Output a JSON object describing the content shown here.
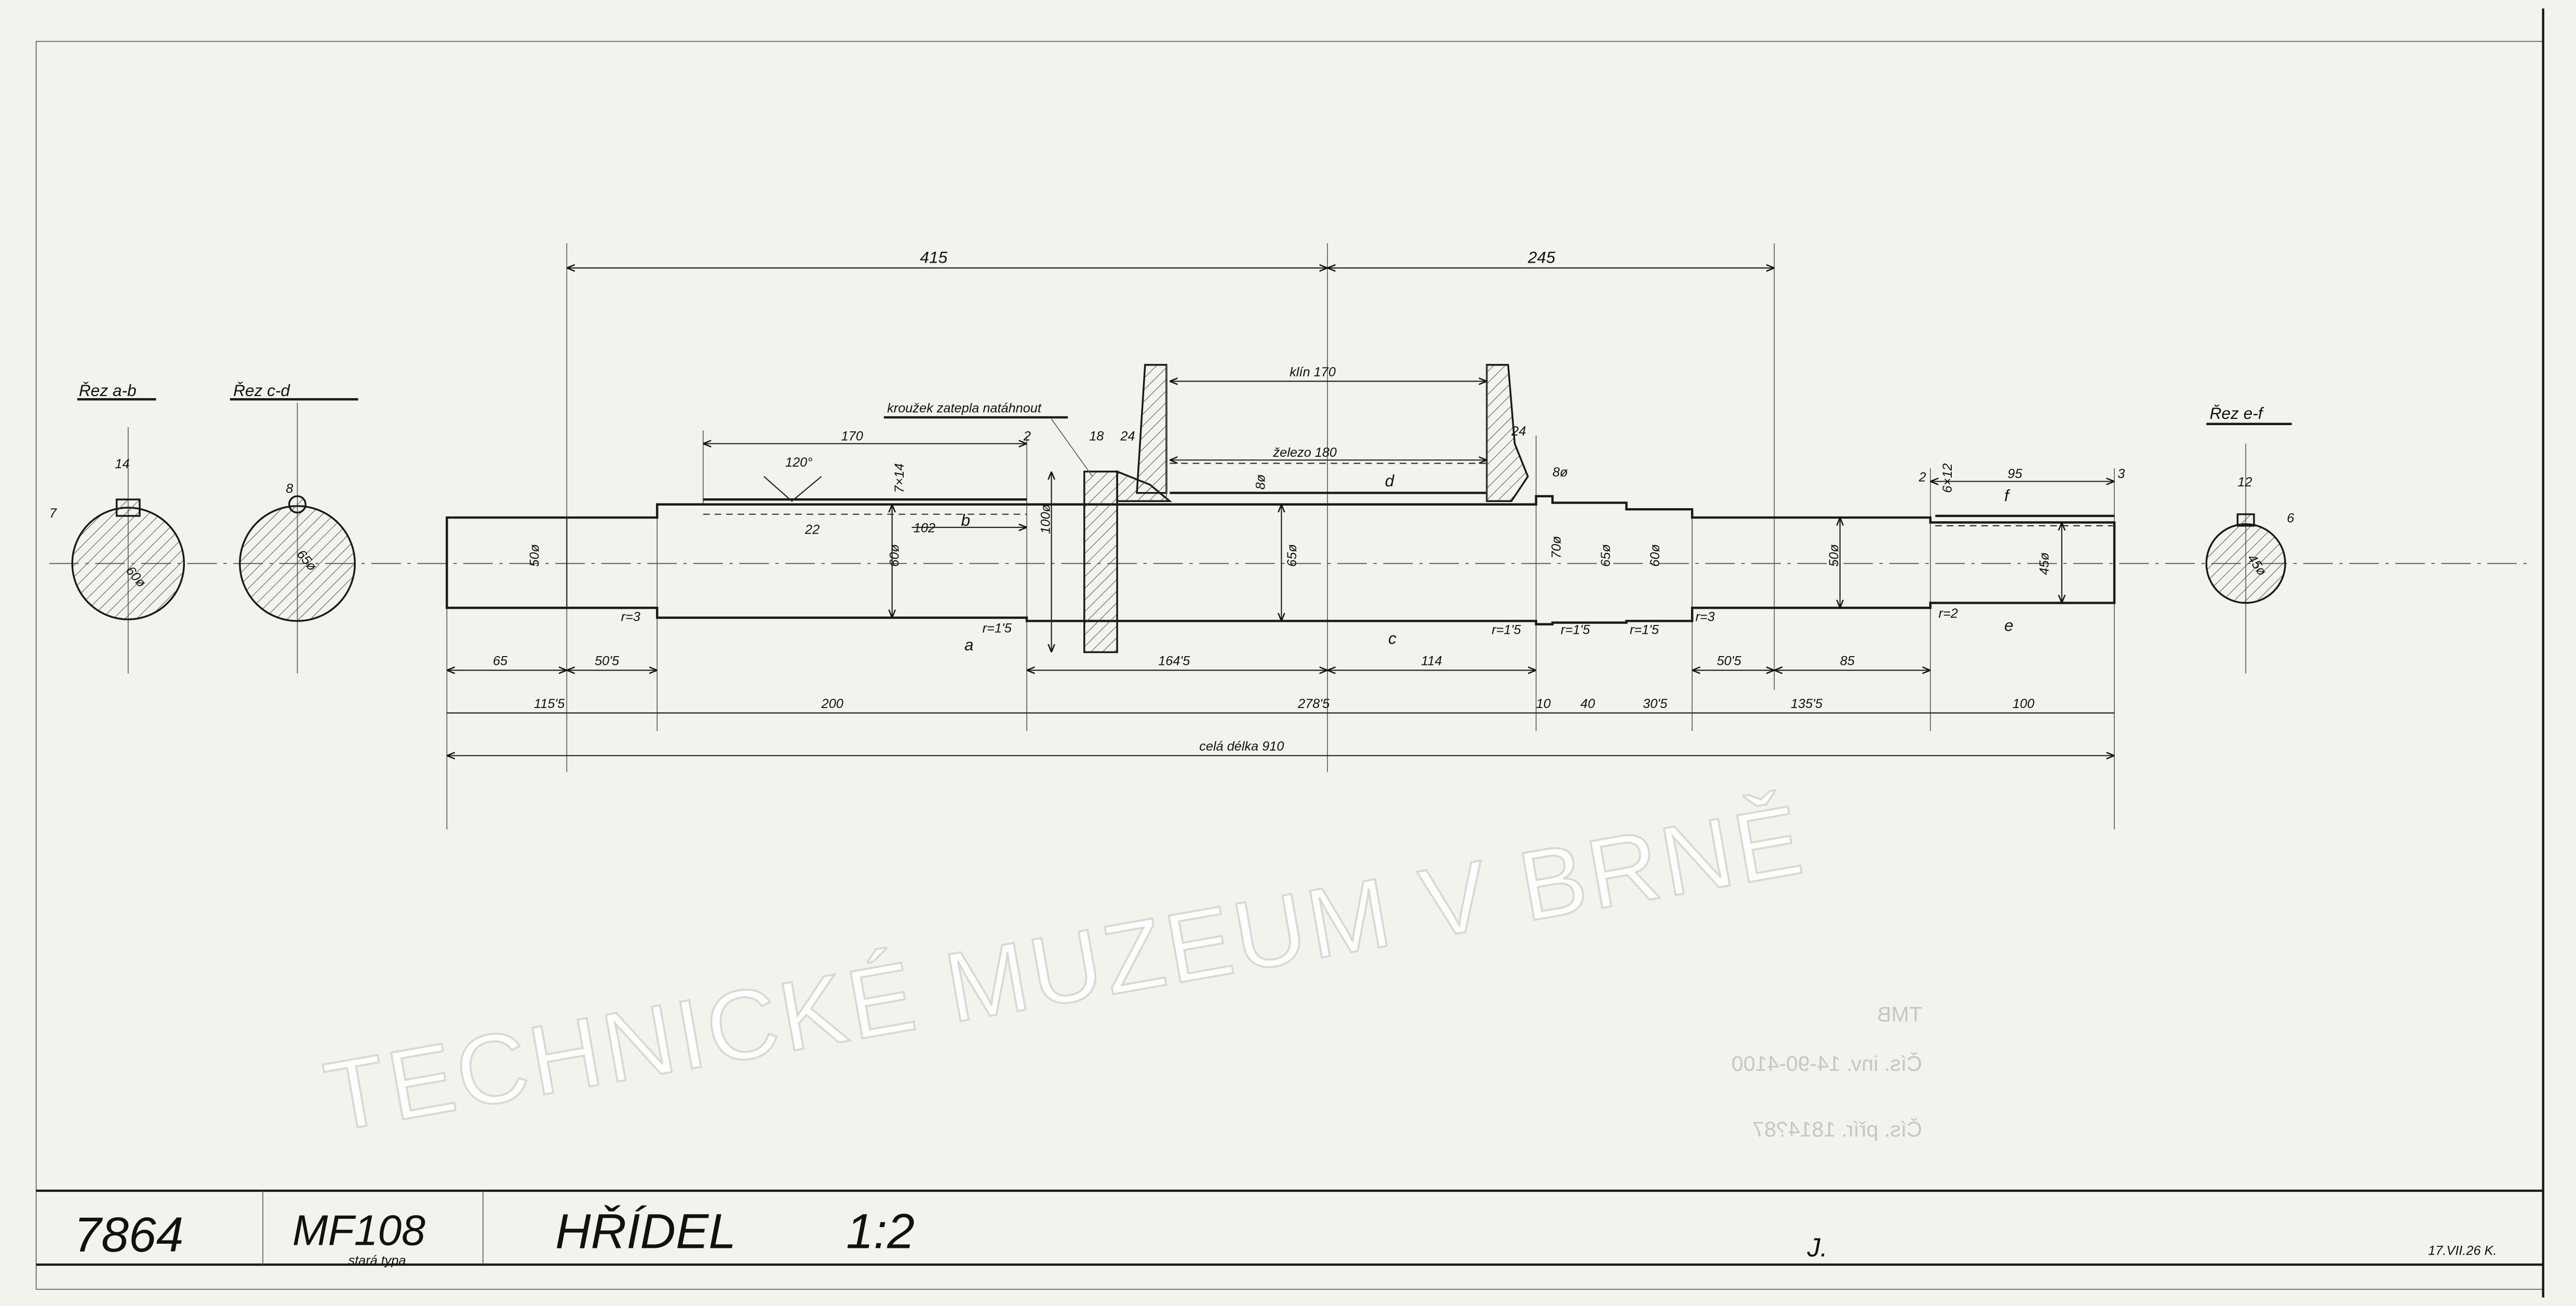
{
  "drawing": {
    "number": "7864",
    "type_code": "MF108",
    "type_note": "stará typa",
    "title": "HŘÍDEL",
    "scale": "1:2",
    "signature": "J.",
    "date_signed": "17.VII.26 K."
  },
  "sections": {
    "ab": {
      "label": "Řez a-b",
      "diameter": "60ø",
      "key_width": "14",
      "key_depth": "7"
    },
    "cd": {
      "label": "Řez c-d",
      "diameter": "65ø",
      "pin": "8"
    },
    "ef": {
      "label": "Řez e-f",
      "diameter": "45ø",
      "key_width": "12",
      "key_depth": "6"
    }
  },
  "annotations": {
    "ring_note": "kroužek zatepla natáhnout",
    "wedge": "klín 170",
    "iron": "železo 180",
    "angle": "120°",
    "keyway_ab": "7×14",
    "keyway_ef": "6×12",
    "total_length": "celá délka 910",
    "cut_a": "a",
    "cut_b": "b",
    "cut_c": "c",
    "cut_d": "d",
    "cut_e": "e",
    "cut_f": "f"
  },
  "top_dims": {
    "d415": "415",
    "d245": "245",
    "d170": "170",
    "d2a": "2",
    "d18": "18",
    "d24a": "24",
    "d24b": "24",
    "d2b": "2",
    "d95": "95",
    "d3": "3",
    "d22": "22",
    "d102": "102",
    "d8": "8ø"
  },
  "diameters": {
    "d50a": "50ø",
    "d60": "60ø",
    "d100": "100ø",
    "d65a": "65ø",
    "d8b": "8ø",
    "d70": "70ø",
    "d65b": "65ø",
    "d60b": "60ø",
    "d50b": "50ø",
    "d45": "45ø"
  },
  "radii": {
    "r3a": "r=3",
    "r15a": "r=1'5",
    "r15b": "r=1'5",
    "r15c": "r=1'5",
    "r15d": "r=1'5",
    "r3b": "r=3",
    "r2": "r=2"
  },
  "row1": {
    "d65": "65",
    "d505a": "50'5",
    "d1645": "164'5",
    "d114": "114",
    "d505b": "50'5",
    "d85": "85"
  },
  "row2": {
    "d1155": "115'5",
    "d200": "200",
    "d2785": "278'5",
    "d10": "10",
    "d40": "40",
    "d305": "30'5",
    "d1355": "135'5",
    "d100": "100"
  },
  "watermark": "TECHNICKÉ MUZEUM V BRNĚ",
  "stamp": {
    "line1": "TMB",
    "line2": "Čís. inv. 14-90-4100",
    "line3": "Čís. přír. 1814?87"
  }
}
